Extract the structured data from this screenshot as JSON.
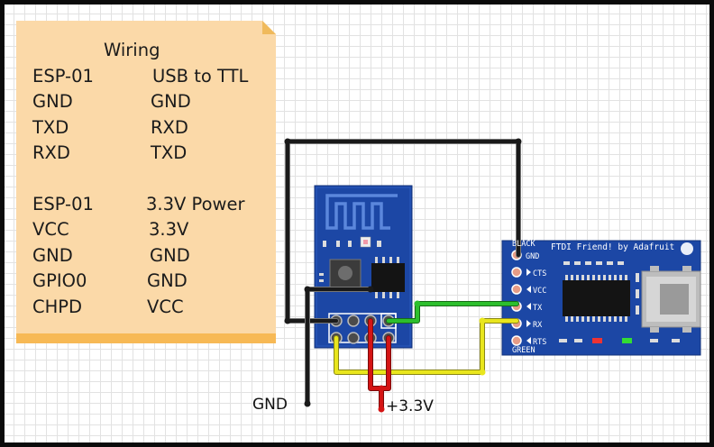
{
  "note": {
    "title": "Wiring",
    "serial_table": {
      "header": [
        "ESP-01",
        "USB to TTL"
      ],
      "rows": [
        [
          "GND",
          "GND"
        ],
        [
          "TXD",
          "RXD"
        ],
        [
          "RXD",
          "TXD"
        ]
      ]
    },
    "power_table": {
      "header": [
        "ESP-01",
        "3.3V Power"
      ],
      "rows": [
        [
          "VCC",
          "3.3V"
        ],
        [
          "GND",
          "GND"
        ],
        [
          "GPIO0",
          "GND"
        ],
        [
          "CHPD",
          "VCC"
        ]
      ]
    }
  },
  "labels": {
    "gnd": "GND",
    "v33": "+3.3V"
  },
  "ftdi": {
    "title": "FTDI Friend! by Adafruit",
    "black": "BLACK",
    "green": "GREEN",
    "pins": [
      "GND",
      "CTS",
      "VCC",
      "TX",
      "RX",
      "RTS"
    ]
  },
  "colors": {
    "pcb_blue": "#1c47a5",
    "wire_black": "#1a1a1a",
    "wire_green": "#2dbf2d",
    "wire_red": "#d41414",
    "wire_yellow": "#e9e61d",
    "note": "#fbd9a8",
    "note_strip": "#f7b955"
  }
}
